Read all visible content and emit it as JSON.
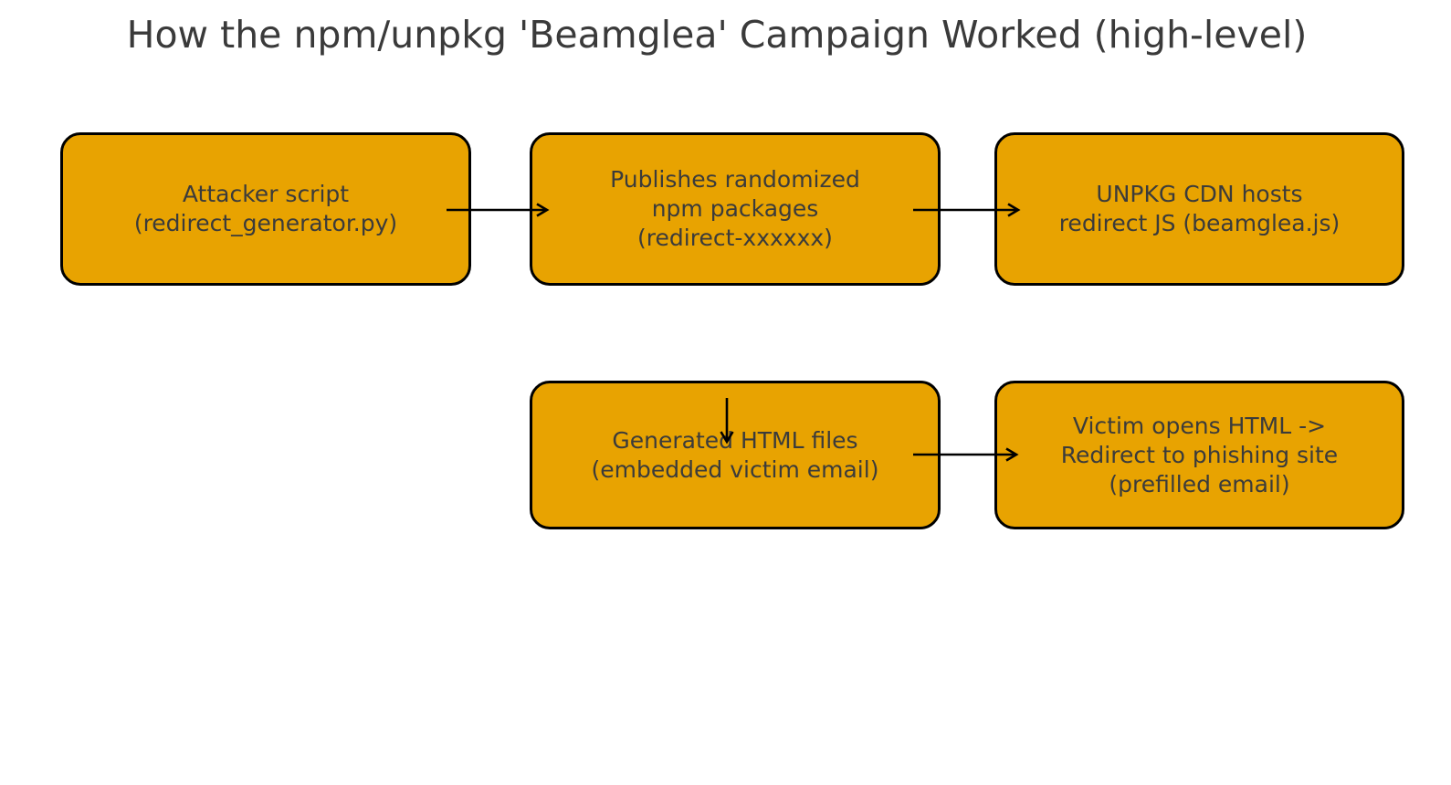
{
  "title": "How the npm/unpkg 'Beamglea' Campaign Worked (high-level)",
  "colors": {
    "background": "#ffffff",
    "box_fill": "#e8a301",
    "box_border": "#000000",
    "box_text": "#3b3b3b",
    "title_text": "#3a3a3a",
    "arrow": "#000000"
  },
  "nodes": [
    {
      "id": "attacker-script",
      "label": "Attacker script\n(redirect_generator.py)"
    },
    {
      "id": "npm-packages",
      "label": "Publishes randomized\nnpm packages\n(redirect-xxxxxx)"
    },
    {
      "id": "unpkg-cdn",
      "label": "UNPKG CDN hosts\nredirect JS (beamglea.js)"
    },
    {
      "id": "generated-html",
      "label": "Generated HTML files\n(embedded victim email)"
    },
    {
      "id": "victim-redirect",
      "label": "Victim opens HTML ->\nRedirect to phishing site\n(prefilled email)"
    }
  ],
  "edges": [
    {
      "from": "attacker-script",
      "to": "npm-packages"
    },
    {
      "from": "npm-packages",
      "to": "unpkg-cdn"
    },
    {
      "from": "npm-packages",
      "to": "generated-html"
    },
    {
      "from": "generated-html",
      "to": "victim-redirect"
    }
  ]
}
